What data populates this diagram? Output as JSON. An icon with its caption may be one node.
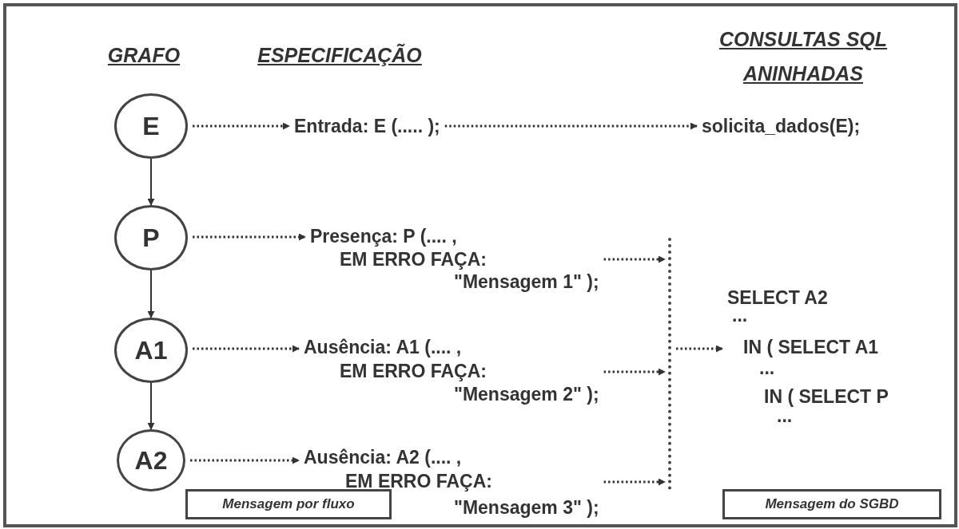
{
  "diagram": {
    "nodes": [
      {
        "text": [
          "E"
        ]
      },
      {
        "text": [
          "P"
        ]
      },
      {
        "text": [
          "A1"
        ]
      },
      {
        "text": [
          "A2"
        ]
      },
      {
        "text": [
          "Entrada: E (..... );"
        ]
      },
      {
        "text": [
          "Presença: P (.... ,",
          "EM ERRO FAÇA:",
          "\"Mensagem 1\" );"
        ]
      },
      {
        "text": [
          "Ausência: A1 (.... ,",
          "EM ERRO FAÇA:",
          "\"Mensagem 2\" );"
        ]
      },
      {
        "text": [
          "Ausência: A2 (.... ,",
          "EM ERRO FAÇA:",
          "\"Mensagem 3\" );"
        ]
      },
      {
        "text": [
          "solicita_dados(E);"
        ]
      },
      {
        "text": [],
        "shape": "bar"
      },
      {
        "text": [
          "SELECT A2",
          "...",
          "IN ( SELECT A1",
          "...",
          "IN ( SELECT P",
          "..."
        ]
      },
      {
        "text": [
          "Mensagem por fluxo"
        ]
      },
      {
        "text": [
          "Mensagem do SGBD"
        ]
      }
    ],
    "edges": [
      {
        "from": 0,
        "to": 1,
        "arrow": "to"
      },
      {
        "from": 1,
        "to": 2,
        "arrow": "to"
      },
      {
        "from": 2,
        "to": 3,
        "arrow": "to"
      },
      {
        "from": 0,
        "to": 4,
        "arrow": "to",
        "style": "dashed"
      },
      {
        "from": 1,
        "to": 5,
        "arrow": "to",
        "style": "dashed"
      },
      {
        "from": 2,
        "to": 6,
        "arrow": "to",
        "style": "dashed"
      },
      {
        "from": 3,
        "to": 7,
        "arrow": "to",
        "style": "dashed"
      },
      {
        "from": 4,
        "to": 8,
        "arrow": "to",
        "style": "dashed"
      },
      {
        "from": 5,
        "to": 9,
        "arrow": "to",
        "style": "dashed"
      },
      {
        "from": 6,
        "to": 9,
        "arrow": "to",
        "style": "dashed"
      },
      {
        "from": 7,
        "to": 9,
        "arrow": "to",
        "style": "dashed"
      },
      {
        "from": 9,
        "to": 10,
        "arrow": "to",
        "style": "dashed"
      }
    ],
    "labels": [
      "GRAFO",
      "ESPECIFICAÇÃO",
      "CONSULTAS SQL ANINHADAS"
    ]
  }
}
